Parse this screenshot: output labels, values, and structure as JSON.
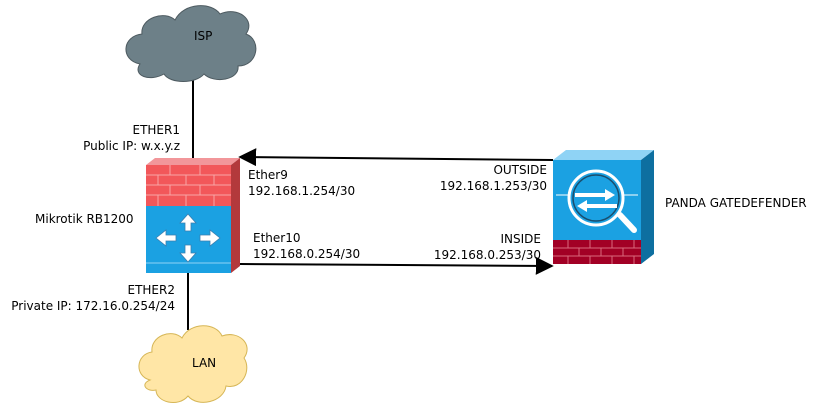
{
  "nodes": {
    "isp": {
      "label": "ISP",
      "color": "#6d8088"
    },
    "lan": {
      "label": "LAN",
      "color": "#ffe6a6"
    },
    "mikrotik": {
      "label": "Mikrotik RB1200",
      "firewall_color": "#f2575a",
      "body_color": "#1ba1e2"
    },
    "panda": {
      "label": "PANDA GATEDEFENDER",
      "body_color": "#1ba1e2",
      "firewall_color": "#a20025"
    }
  },
  "interfaces": {
    "ether1": {
      "name": "ETHER1",
      "detail": "Public IP: w.x.y.z"
    },
    "ether2": {
      "name": "ETHER2",
      "detail": "Private IP: 172.16.0.254/24"
    },
    "ether9": {
      "name": "Ether9",
      "detail": "192.168.1.254/30"
    },
    "ether10": {
      "name": "Ether10",
      "detail": "192.168.0.254/30"
    },
    "outside": {
      "name": "OUTSIDE",
      "detail": "192.168.1.253/30"
    },
    "inside": {
      "name": "INSIDE",
      "detail": "192.168.0.253/30"
    }
  }
}
